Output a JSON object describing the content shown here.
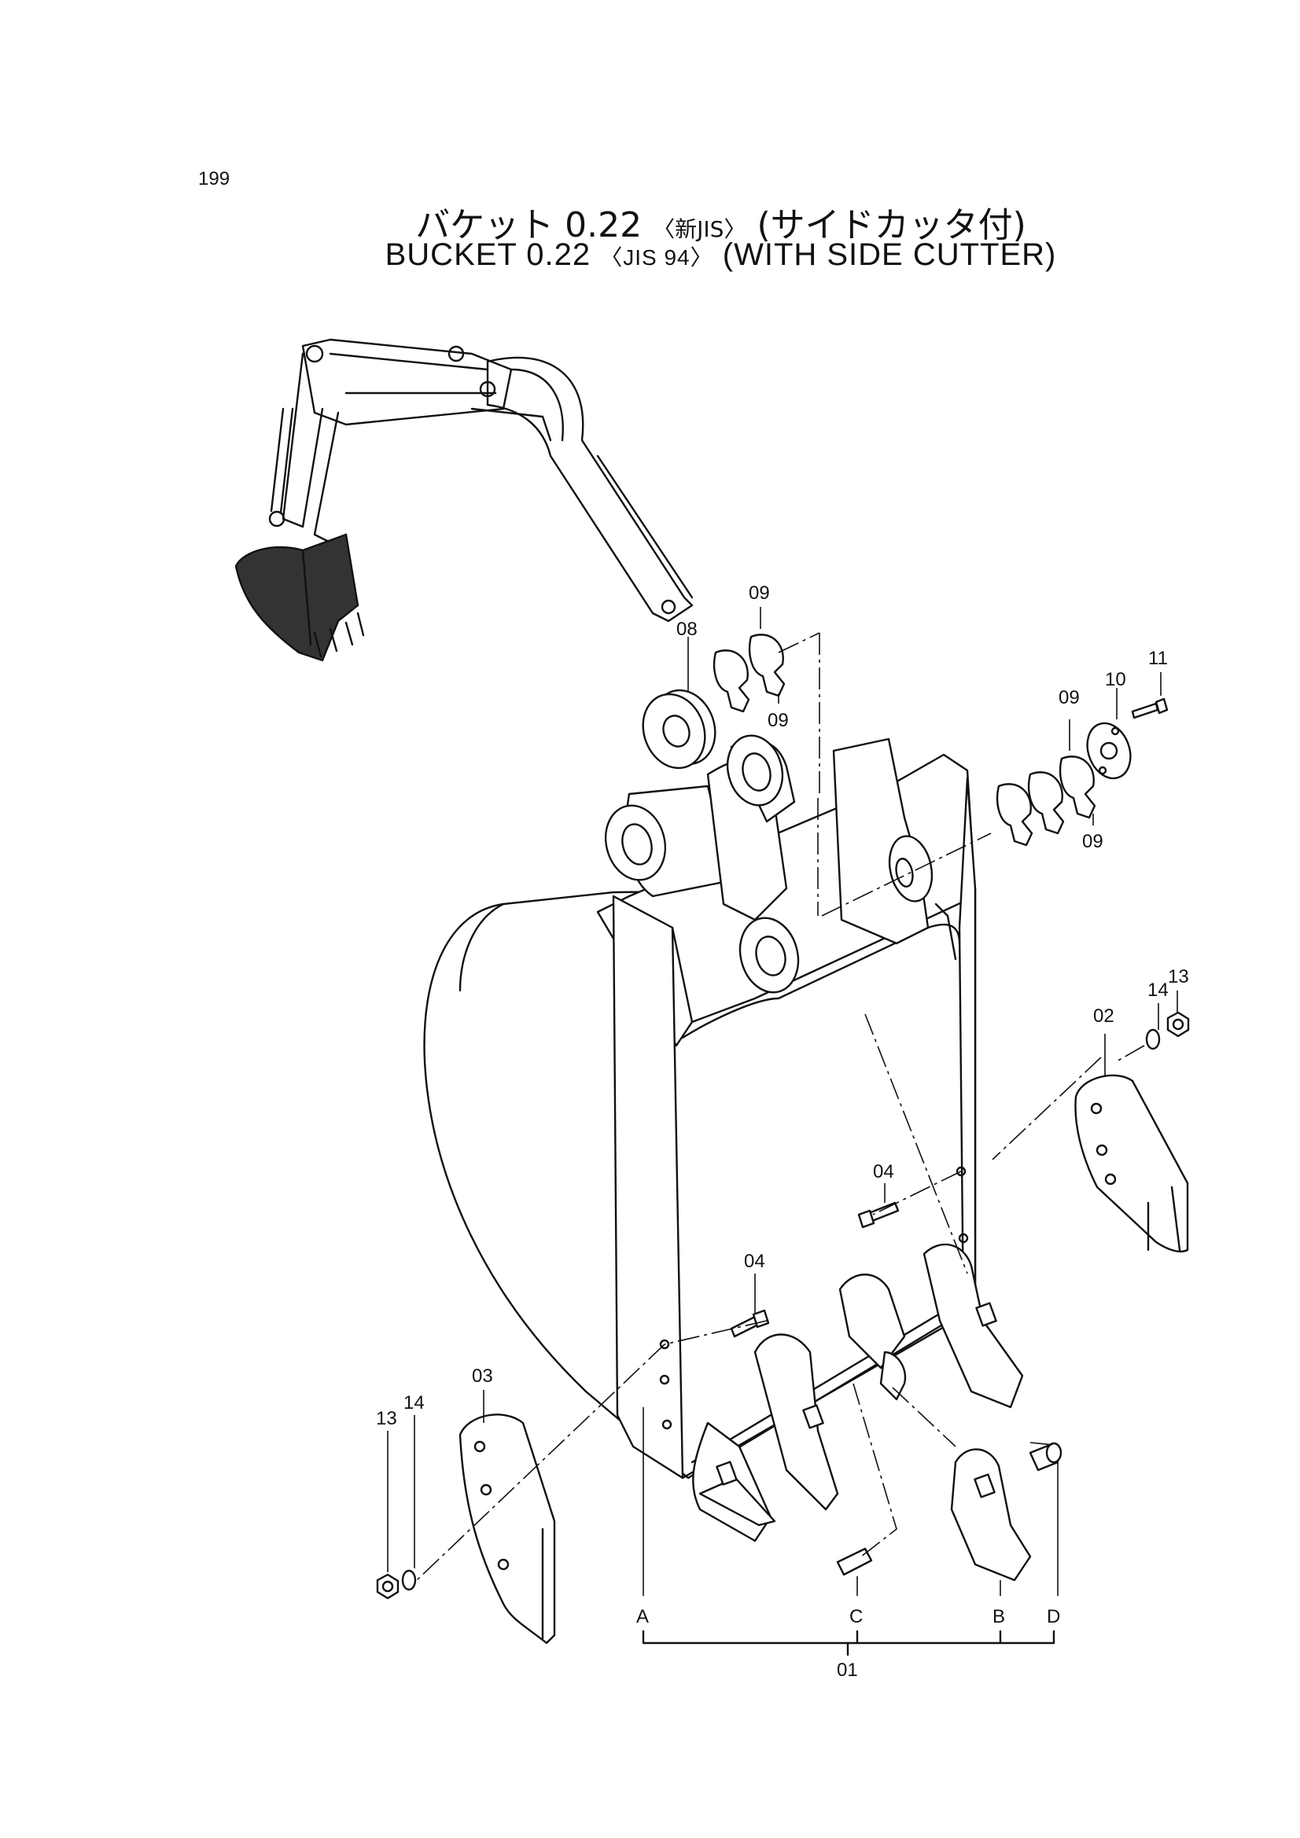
{
  "page_number": "199",
  "title_jp": {
    "main": "バケット 0.22",
    "spec": "〈新JIS〉",
    "suffix": "(サイドカッタ付)"
  },
  "title_en": {
    "main": "BUCKET 0.22",
    "spec": "〈JIS 94〉",
    "suffix": "(WITH SIDE CUTTER)"
  },
  "callouts": {
    "c01": "01",
    "c02": "02",
    "c03": "03",
    "c04a": "04",
    "c04b": "04",
    "c08": "08",
    "c09a": "09",
    "c09b": "09",
    "c09c": "09",
    "c09d": "09",
    "c10": "10",
    "c11": "11",
    "c13a": "13",
    "c13b": "13",
    "c14a": "14",
    "c14b": "14",
    "cA": "A",
    "cB": "B",
    "cC": "C",
    "cD": "D"
  }
}
